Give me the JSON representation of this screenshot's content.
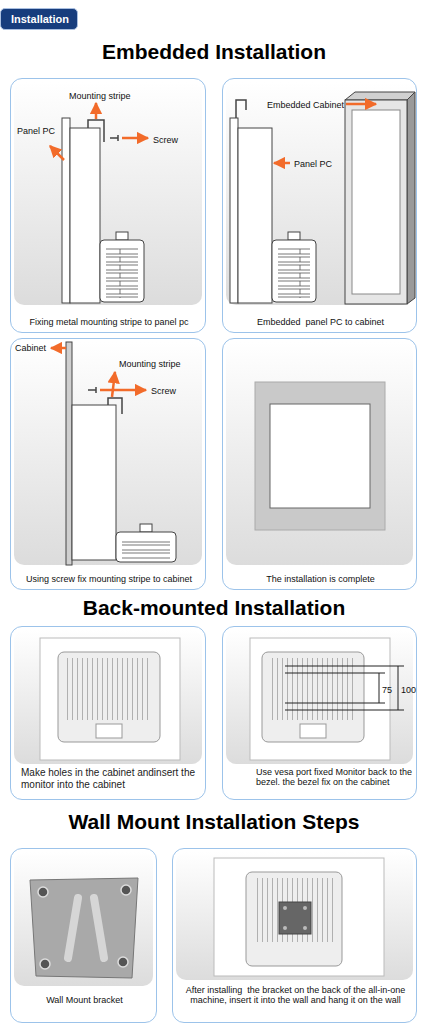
{
  "diagram": {
    "nodes": [
      {
        "text": [
          "Installation"
        ]
      },
      {
        "text": [
          "Mounting stripe",
          "Panel PC",
          "Screw",
          "Fixing metal mounting stripe to panel pc"
        ]
      },
      {
        "text": [
          "Embedded Cabinet",
          "Panel PC",
          "Embedded  panel PC to cabinet"
        ]
      },
      {
        "text": [
          "Cabinet",
          "Mounting stripe",
          "Screw",
          "Using screw fix mounting stripe to cabinet"
        ]
      },
      {
        "text": [
          "The installation is complete"
        ]
      },
      {
        "text": [
          "Make holes in the cabinet andinsert the monitor into the cabinet"
        ]
      },
      {
        "text": [
          "75",
          "100",
          "Use vesa port fixed Monitor back to the bezel. the bezel fix on the cabinet"
        ]
      },
      {
        "text": [
          "Wall Mount bracket"
        ]
      },
      {
        "text": [
          "After installing  the bracket on the back of the all-in-one machine, insert it into the wall and hang it on the wall"
        ]
      }
    ],
    "labels": [
      "Embedded Installation",
      "Back-mounted Installation",
      "Wall Mount Installation Steps"
    ]
  }
}
